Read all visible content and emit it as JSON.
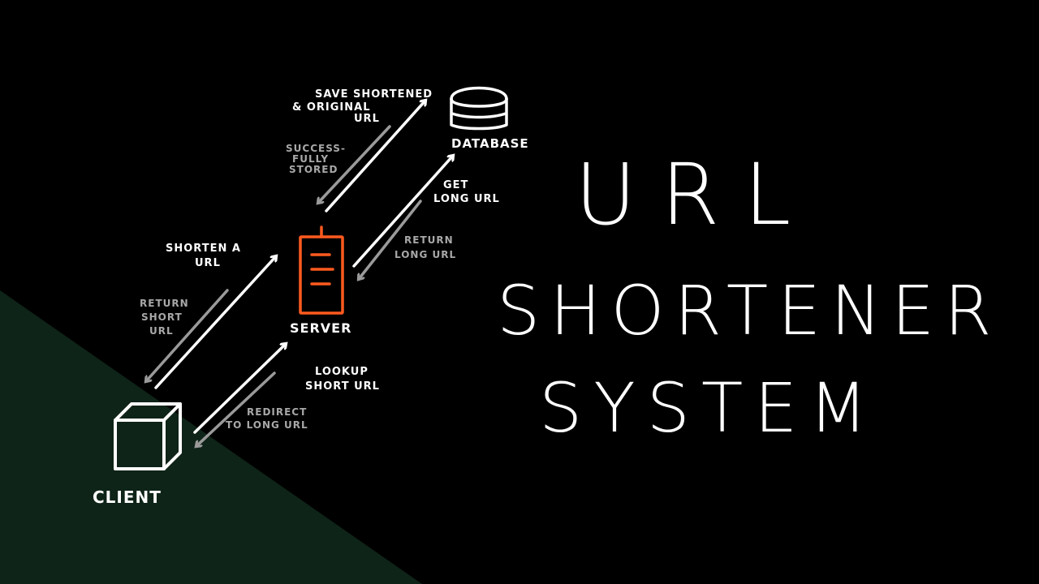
{
  "title": {
    "line1": "URL",
    "line2": "SHORTENER",
    "line3": "SYSTEM"
  },
  "nodes": {
    "client": "CLiENT",
    "server": "SERVER",
    "database": "DATABASE"
  },
  "labels": {
    "save_line1": "SAVE SHORTENED",
    "save_line2": "& ORIGINAL",
    "save_line3": "URL",
    "stored_line1": "SUCCESS-",
    "stored_line2": "FULLY",
    "stored_line3": "STORED",
    "get_line1": "GET",
    "get_line2": "LONG URL",
    "return_long_line1": "RETURN",
    "return_long_line2": "LONG URL",
    "shorten_line1": "SHORTEN A",
    "shorten_line2": "URL",
    "return_short_line1": "RETURN",
    "return_short_line2": "SHORT",
    "return_short_line3": "URL",
    "lookup_line1": "LOOKUP",
    "lookup_line2": "SHORT URL",
    "redirect_line1": "REDIRECT",
    "redirect_line2": "TO LONG URL"
  },
  "colors": {
    "background": "#000000",
    "accent_panel": "#0f2418",
    "server": "#ff5a1f",
    "primary": "#ffffff",
    "secondary": "#a8a8a8"
  },
  "icons": {
    "client": "cube-icon",
    "server": "server-rack-icon",
    "database": "database-cylinder-icon"
  }
}
